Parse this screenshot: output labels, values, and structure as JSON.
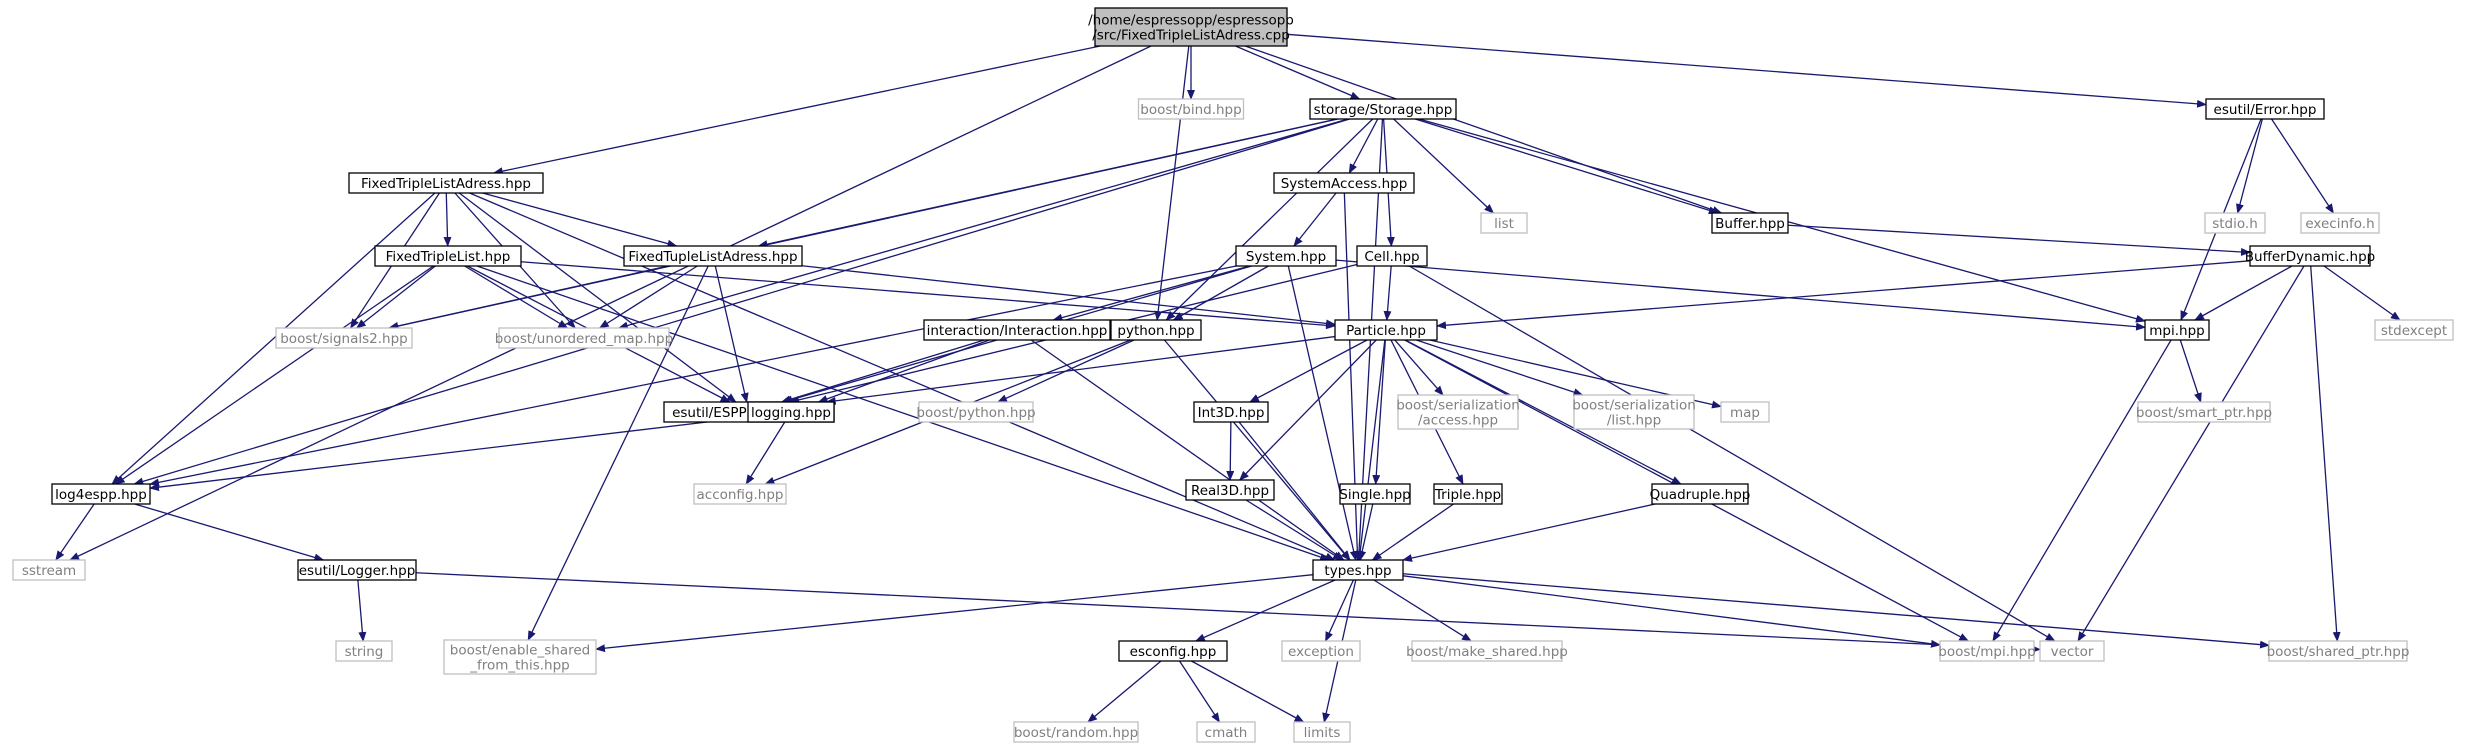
{
  "colors": {
    "edge": "#191970",
    "node_border_documented": "#000000",
    "node_border_external": "#bfbfbf",
    "node_fill": "#ffffff",
    "root_fill": "#bfbfbf",
    "text_documented": "#000000",
    "text_external": "#808080"
  },
  "nodes": {
    "root": {
      "lines": [
        "/home/espressopp/espressopp",
        "/src/FixedTripleListAdress.cpp"
      ],
      "kind": "root"
    },
    "sstream": {
      "lines": [
        "sstream"
      ],
      "kind": "external"
    },
    "ftla_hpp": {
      "lines": [
        "FixedTripleListAdress.hpp"
      ],
      "kind": "doc"
    },
    "python": {
      "lines": [
        "python.hpp"
      ],
      "kind": "doc"
    },
    "bind": {
      "lines": [
        "boost/bind.hpp"
      ],
      "kind": "external"
    },
    "storage": {
      "lines": [
        "storage/Storage.hpp"
      ],
      "kind": "doc"
    },
    "buffer": {
      "lines": [
        "Buffer.hpp"
      ],
      "kind": "doc"
    },
    "error": {
      "lines": [
        "esutil/Error.hpp"
      ],
      "kind": "doc"
    },
    "stdio": {
      "lines": [
        "stdio.h"
      ],
      "kind": "external"
    },
    "execinfo": {
      "lines": [
        "execinfo.h"
      ],
      "kind": "external"
    },
    "list": {
      "lines": [
        "list"
      ],
      "kind": "external"
    },
    "sysaccess": {
      "lines": [
        "SystemAccess.hpp"
      ],
      "kind": "doc"
    },
    "ftl": {
      "lines": [
        "FixedTripleList.hpp"
      ],
      "kind": "doc"
    },
    "ftul": {
      "lines": [
        "FixedTupleListAdress.hpp"
      ],
      "kind": "doc"
    },
    "system": {
      "lines": [
        "System.hpp"
      ],
      "kind": "doc"
    },
    "cell": {
      "lines": [
        "Cell.hpp"
      ],
      "kind": "doc"
    },
    "bufdyn": {
      "lines": [
        "BufferDynamic.hpp"
      ],
      "kind": "doc"
    },
    "signals2": {
      "lines": [
        "boost/signals2.hpp"
      ],
      "kind": "external"
    },
    "umap": {
      "lines": [
        "boost/unordered_map.hpp"
      ],
      "kind": "external"
    },
    "interaction": {
      "lines": [
        "interaction/Interaction.hpp"
      ],
      "kind": "doc"
    },
    "particle": {
      "lines": [
        "Particle.hpp"
      ],
      "kind": "doc"
    },
    "mpi": {
      "lines": [
        "mpi.hpp"
      ],
      "kind": "doc"
    },
    "stdexcept": {
      "lines": [
        "stdexcept"
      ],
      "kind": "external"
    },
    "esppiter": {
      "lines": [
        "esutil/ESPPIterator.hpp"
      ],
      "kind": "doc"
    },
    "logging": {
      "lines": [
        "logging.hpp"
      ],
      "kind": "doc"
    },
    "bpython": {
      "lines": [
        "boost/python.hpp"
      ],
      "kind": "external"
    },
    "int3d": {
      "lines": [
        "Int3D.hpp"
      ],
      "kind": "doc"
    },
    "bser_access": {
      "lines": [
        "boost/serialization",
        "/access.hpp"
      ],
      "kind": "external"
    },
    "bser_list": {
      "lines": [
        "boost/serialization",
        "/list.hpp"
      ],
      "kind": "external"
    },
    "map": {
      "lines": [
        "map"
      ],
      "kind": "external"
    },
    "smartptr": {
      "lines": [
        "boost/smart_ptr.hpp"
      ],
      "kind": "external"
    },
    "log4espp": {
      "lines": [
        "log4espp.hpp"
      ],
      "kind": "doc"
    },
    "acconfig": {
      "lines": [
        "acconfig.hpp"
      ],
      "kind": "external"
    },
    "real3d": {
      "lines": [
        "Real3D.hpp"
      ],
      "kind": "doc"
    },
    "single": {
      "lines": [
        "Single.hpp"
      ],
      "kind": "doc"
    },
    "triple": {
      "lines": [
        "Triple.hpp"
      ],
      "kind": "doc"
    },
    "quadruple": {
      "lines": [
        "Quadruple.hpp"
      ],
      "kind": "doc"
    },
    "types": {
      "lines": [
        "types.hpp"
      ],
      "kind": "doc"
    },
    "logger": {
      "lines": [
        "esutil/Logger.hpp"
      ],
      "kind": "doc"
    },
    "string": {
      "lines": [
        "string"
      ],
      "kind": "external"
    },
    "enable_shared": {
      "lines": [
        "boost/enable_shared",
        "_from_this.hpp"
      ],
      "kind": "external"
    },
    "esconfig": {
      "lines": [
        "esconfig.hpp"
      ],
      "kind": "doc"
    },
    "exception": {
      "lines": [
        "exception"
      ],
      "kind": "external"
    },
    "make_shared": {
      "lines": [
        "boost/make_shared.hpp"
      ],
      "kind": "external"
    },
    "bmpi": {
      "lines": [
        "boost/mpi.hpp"
      ],
      "kind": "external"
    },
    "vector": {
      "lines": [
        "vector"
      ],
      "kind": "external"
    },
    "shared_ptr": {
      "lines": [
        "boost/shared_ptr.hpp"
      ],
      "kind": "external"
    },
    "brandom": {
      "lines": [
        "boost/random.hpp"
      ],
      "kind": "external"
    },
    "cmath": {
      "lines": [
        "cmath"
      ],
      "kind": "external"
    },
    "limits": {
      "lines": [
        "limits"
      ],
      "kind": "external"
    }
  },
  "edges": [
    [
      "root",
      "sstream"
    ],
    [
      "root",
      "ftla_hpp"
    ],
    [
      "root",
      "python"
    ],
    [
      "root",
      "bind"
    ],
    [
      "root",
      "storage"
    ],
    [
      "root",
      "buffer"
    ],
    [
      "root",
      "error"
    ],
    [
      "error",
      "stdio"
    ],
    [
      "error",
      "execinfo"
    ],
    [
      "error",
      "mpi"
    ],
    [
      "storage",
      "list"
    ],
    [
      "storage",
      "sysaccess"
    ],
    [
      "storage",
      "cell"
    ],
    [
      "storage",
      "buffer"
    ],
    [
      "storage",
      "mpi"
    ],
    [
      "storage",
      "python"
    ],
    [
      "storage",
      "ftul"
    ],
    [
      "storage",
      "signals2"
    ],
    [
      "storage",
      "umap"
    ],
    [
      "storage",
      "log4espp"
    ],
    [
      "storage",
      "types"
    ],
    [
      "buffer",
      "bufdyn"
    ],
    [
      "bufdyn",
      "particle"
    ],
    [
      "bufdyn",
      "mpi"
    ],
    [
      "bufdyn",
      "stdexcept"
    ],
    [
      "bufdyn",
      "vector"
    ],
    [
      "bufdyn",
      "shared_ptr"
    ],
    [
      "ftla_hpp",
      "ftl"
    ],
    [
      "ftla_hpp",
      "ftul"
    ],
    [
      "ftla_hpp",
      "signals2"
    ],
    [
      "ftla_hpp",
      "umap"
    ],
    [
      "ftla_hpp",
      "log4espp"
    ],
    [
      "ftla_hpp",
      "types"
    ],
    [
      "ftla_hpp",
      "esppiter"
    ],
    [
      "ftl",
      "signals2"
    ],
    [
      "ftl",
      "umap"
    ],
    [
      "ftl",
      "particle"
    ],
    [
      "ftl",
      "esppiter"
    ],
    [
      "ftl",
      "log4espp"
    ],
    [
      "ftl",
      "types"
    ],
    [
      "ftul",
      "signals2"
    ],
    [
      "ftul",
      "umap"
    ],
    [
      "ftul",
      "particle"
    ],
    [
      "ftul",
      "esppiter"
    ],
    [
      "ftul",
      "enable_shared"
    ],
    [
      "sysaccess",
      "system"
    ],
    [
      "sysaccess",
      "types"
    ],
    [
      "system",
      "interaction"
    ],
    [
      "system",
      "python"
    ],
    [
      "system",
      "mpi"
    ],
    [
      "system",
      "esppiter"
    ],
    [
      "system",
      "log4espp"
    ],
    [
      "system",
      "types"
    ],
    [
      "cell",
      "particle"
    ],
    [
      "cell",
      "esppiter"
    ],
    [
      "cell",
      "vector"
    ],
    [
      "interaction",
      "esppiter"
    ],
    [
      "interaction",
      "logging"
    ],
    [
      "interaction",
      "types"
    ],
    [
      "python",
      "bpython"
    ],
    [
      "python",
      "acconfig"
    ],
    [
      "python",
      "types"
    ],
    [
      "particle",
      "esppiter"
    ],
    [
      "particle",
      "int3d"
    ],
    [
      "particle",
      "real3d"
    ],
    [
      "particle",
      "single"
    ],
    [
      "particle",
      "triple"
    ],
    [
      "particle",
      "quadruple"
    ],
    [
      "particle",
      "types"
    ],
    [
      "particle",
      "bser_access"
    ],
    [
      "particle",
      "bser_list"
    ],
    [
      "particle",
      "map"
    ],
    [
      "particle",
      "bmpi"
    ],
    [
      "mpi",
      "smartptr"
    ],
    [
      "mpi",
      "bmpi"
    ],
    [
      "logging",
      "log4espp"
    ],
    [
      "logging",
      "acconfig"
    ],
    [
      "int3d",
      "real3d"
    ],
    [
      "int3d",
      "types"
    ],
    [
      "real3d",
      "types"
    ],
    [
      "single",
      "types"
    ],
    [
      "triple",
      "types"
    ],
    [
      "quadruple",
      "types"
    ],
    [
      "log4espp",
      "sstream"
    ],
    [
      "log4espp",
      "logger"
    ],
    [
      "logger",
      "string"
    ],
    [
      "logger",
      "vector"
    ],
    [
      "types",
      "enable_shared"
    ],
    [
      "types",
      "esconfig"
    ],
    [
      "types",
      "exception"
    ],
    [
      "types",
      "limits"
    ],
    [
      "types",
      "make_shared"
    ],
    [
      "types",
      "bmpi"
    ],
    [
      "types",
      "shared_ptr"
    ],
    [
      "esconfig",
      "brandom"
    ],
    [
      "esconfig",
      "cmath"
    ],
    [
      "esconfig",
      "limits"
    ]
  ]
}
